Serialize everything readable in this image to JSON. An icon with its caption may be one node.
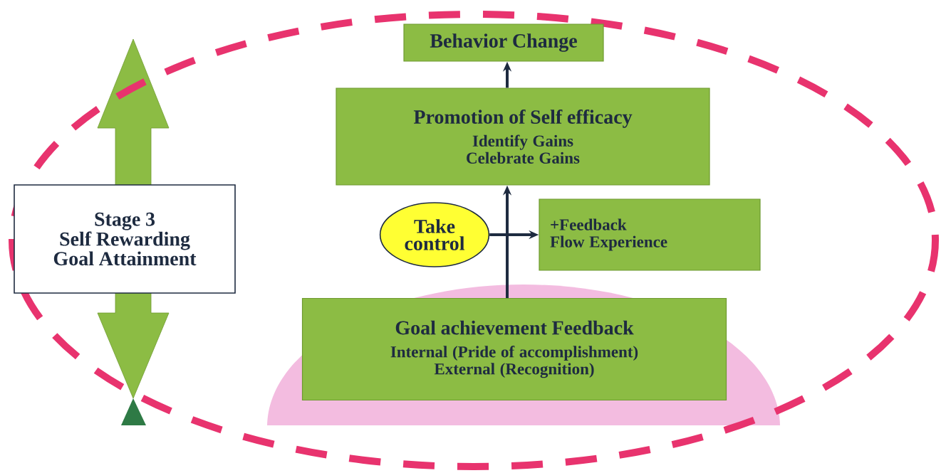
{
  "diagram": {
    "nodes": [
      {
        "text": [
          "Behavior Change"
        ]
      },
      {
        "text": [
          "Promotion of Self efficacy",
          "Identify Gains",
          "Celebrate Gains"
        ]
      },
      {
        "text": [
          "Take control"
        ]
      },
      {
        "text": [
          "+Feedback",
          "Flow Experience"
        ]
      },
      {
        "text": [
          "Goal achievement Feedback",
          "Internal (Pride of accomplishment)",
          "External (Recognition)"
        ]
      },
      {
        "text": [
          "Stage 3",
          "Self Rewarding Goal Attainment"
        ]
      }
    ],
    "edges": [
      {
        "from": 4,
        "to": 1,
        "arrow": "to"
      },
      {
        "from": 1,
        "to": 0,
        "arrow": "to"
      },
      {
        "from": 2,
        "to": 3,
        "arrow": "to"
      }
    ]
  }
}
